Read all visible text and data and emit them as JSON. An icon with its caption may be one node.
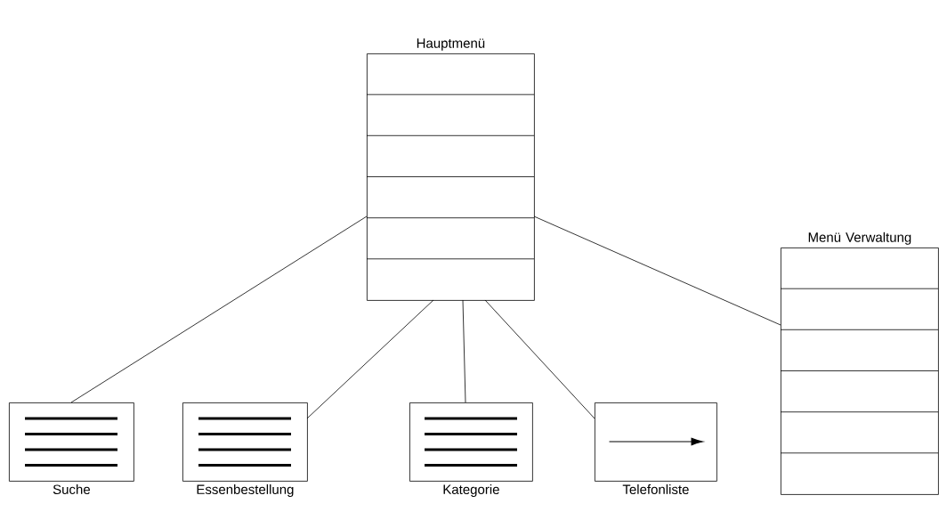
{
  "diagram": {
    "nodes": [
      {
        "text": [
          "Hauptmenü"
        ]
      },
      {
        "text": [
          "Menü Verwaltung"
        ]
      },
      {
        "text": [
          "Suche"
        ]
      },
      {
        "text": [
          "Essenbestellung"
        ]
      },
      {
        "text": [
          "Kategorie"
        ]
      },
      {
        "text": [
          "Telefonliste"
        ]
      }
    ],
    "edges": [
      {
        "from": 0,
        "to": 2,
        "arrow": "none"
      },
      {
        "from": 0,
        "to": 3,
        "arrow": "none"
      },
      {
        "from": 0,
        "to": 4,
        "arrow": "none"
      },
      {
        "from": 0,
        "to": 5,
        "arrow": "none"
      },
      {
        "from": 0,
        "to": 1,
        "arrow": "none"
      }
    ]
  }
}
